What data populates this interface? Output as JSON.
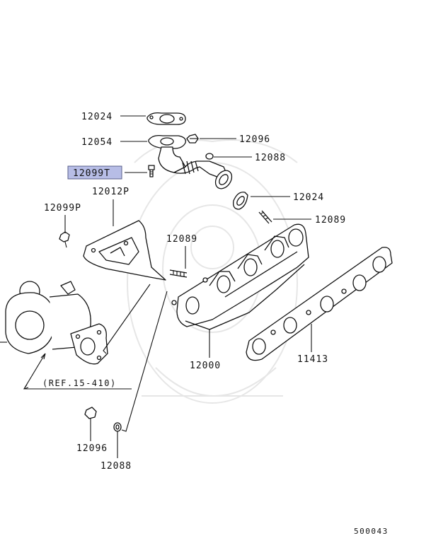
{
  "diagram": {
    "labels": {
      "p12024_top": "12024",
      "p12054": "12054",
      "p12096_top": "12096",
      "p12088_top": "12088",
      "p12099T": "12099T",
      "p12012P": "12012P",
      "p12024_mid": "12024",
      "p12099P": "12099P",
      "p12089_right": "12089",
      "p12089_left": "12089",
      "p12000": "12000",
      "p11413": "11413",
      "p12096_bottom": "12096",
      "p12088_bottom": "12088"
    },
    "reference": "(REF.15-410)",
    "diagram_code": "500043",
    "highlight_color": "#b7bde6"
  }
}
